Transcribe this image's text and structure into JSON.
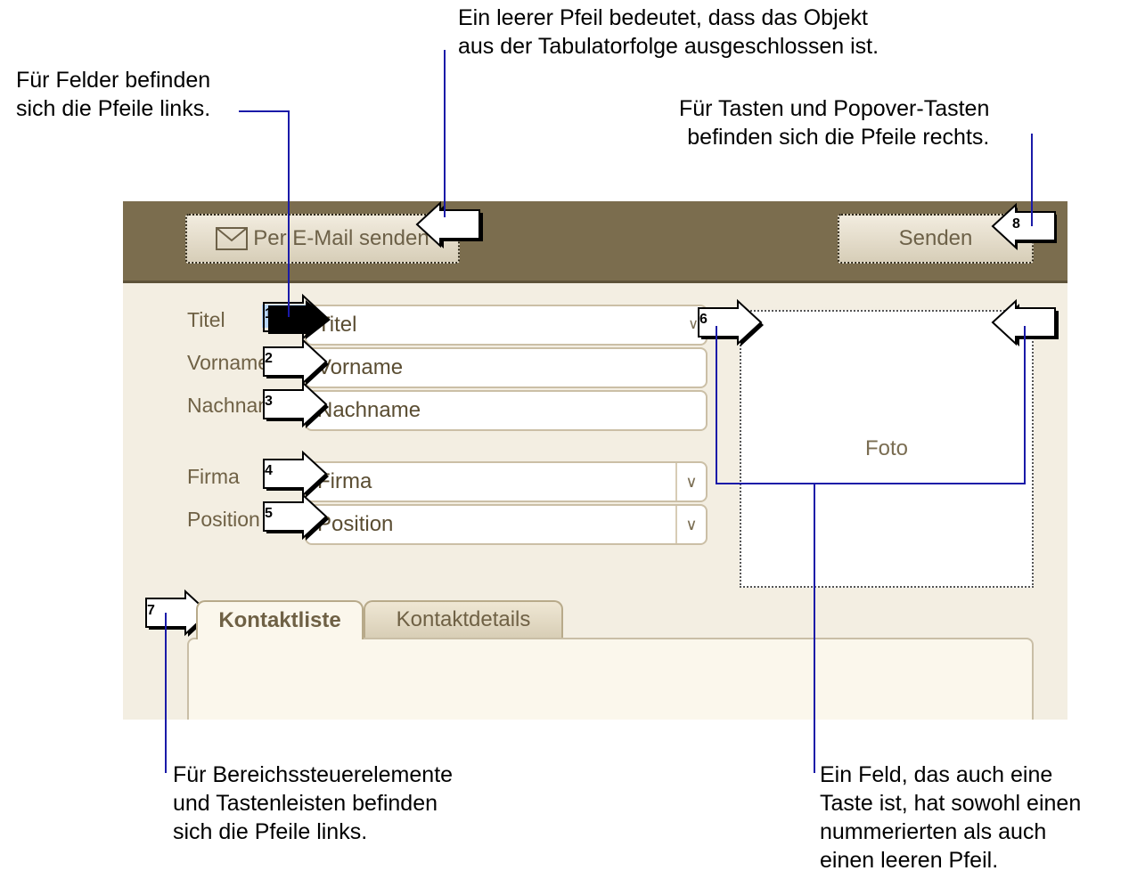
{
  "callouts": {
    "top_left": "Für Felder befinden\nsich die Pfeile links.",
    "top_center": "Ein leerer Pfeil bedeutet, dass das Objekt\naus der Tabulatorfolge ausgeschlossen ist.",
    "top_right": "Für Tasten und Popover-Tasten\nbefinden sich die Pfeile rechts.",
    "bottom_left": "Für Bereichssteuerelemente\nund Tastenleisten befinden\nsich die Pfeile links.",
    "bottom_right": "Ein Feld, das auch eine\nTaste ist, hat sowohl einen\nnummerierten als auch\neinen leeren Pfeil."
  },
  "toolbar": {
    "email_button_label": "Per E-Mail senden",
    "send_button_label": "Senden"
  },
  "form": {
    "fields": [
      {
        "label": "Titel",
        "value": "Titel"
      },
      {
        "label": "Vorname",
        "value": "Vorname"
      },
      {
        "label": "Nachname",
        "value": "Nachname"
      },
      {
        "label": "Firma",
        "value": "Firma"
      },
      {
        "label": "Position",
        "value": "Position"
      }
    ],
    "photo_label": "Foto"
  },
  "tabs": [
    {
      "label": "Kontaktliste",
      "active": true
    },
    {
      "label": "Kontaktdetails",
      "active": false
    }
  ],
  "tab_order_numbers": [
    "1",
    "2",
    "3",
    "4",
    "5",
    "6",
    "7",
    "8"
  ],
  "colors": {
    "toolbar": "#7b6d4e",
    "background": "#f3eee2",
    "callout_line": "#1a1aa8",
    "selection": "#b9d7fb"
  }
}
